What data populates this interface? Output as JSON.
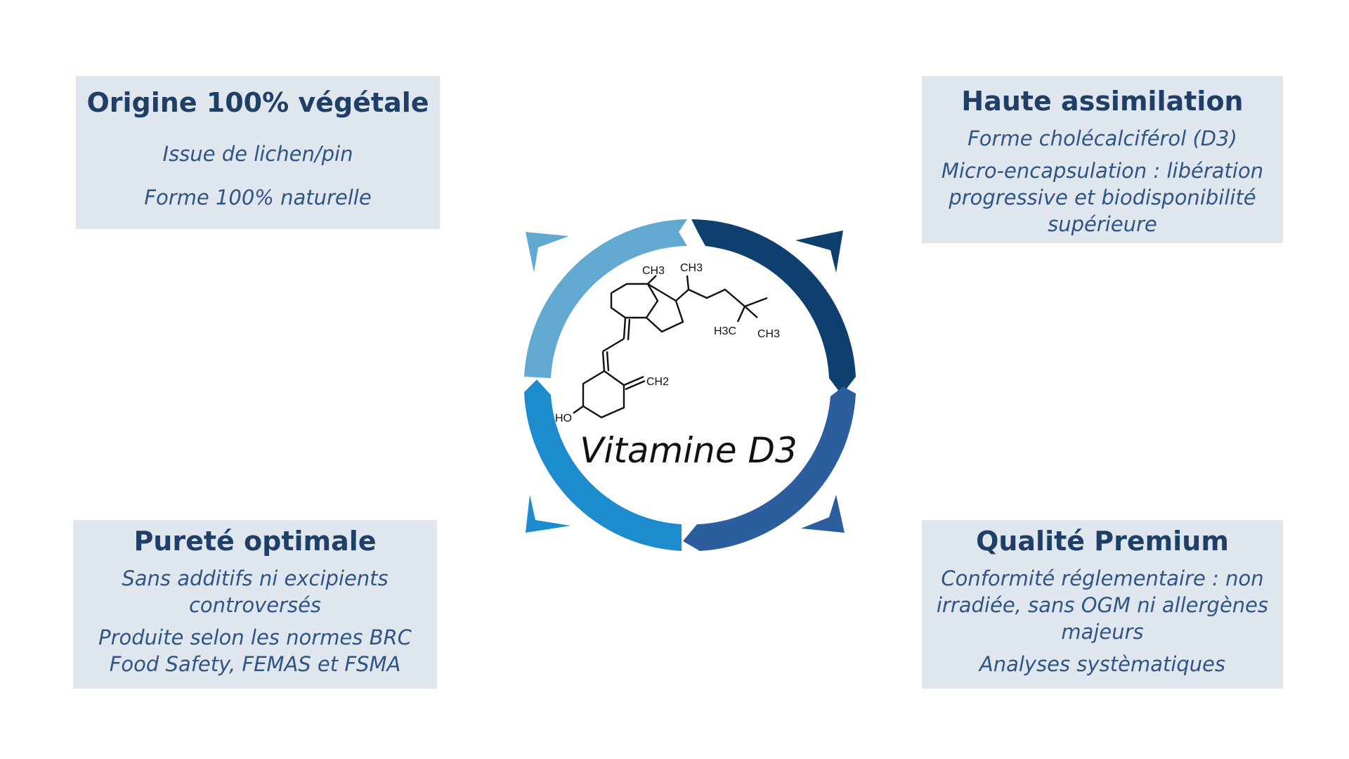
{
  "center_label": "Vitamine D3",
  "molecule_labels": {
    "ch3_top": "CH3",
    "ch3_side": "CH3",
    "h3c": "H3C",
    "ch3_end": "CH3",
    "ch2": "CH2",
    "ho": "HO"
  },
  "boxes": {
    "top_left": {
      "title": "Origine 100% végétale",
      "line1": "Issue de lichen/pin",
      "line2": "Forme 100% naturelle"
    },
    "top_right": {
      "title": "Haute assimilation",
      "line1": "Forme cholécalciférol (D3)",
      "line2": "Micro-encapsulation : libération progressive et biodisponibilité supérieure"
    },
    "bottom_left": {
      "title": "Pureté optimale",
      "line1": "Sans additifs ni excipients controversés",
      "line2": "Produite selon les normes BRC Food Safety, FEMAS et FSMA"
    },
    "bottom_right": {
      "title": "Qualité Premium",
      "line1": "Conformité réglementaire : non irradiée, sans OGM ni allergènes majeurs",
      "line2": "Analyses systèmatiques"
    }
  },
  "colors": {
    "box_bg": "#dfe6ee",
    "title": "#1f3f66",
    "body": "#2f5584",
    "arc_top_left": "#62a9d1",
    "arc_top_right": "#0f3f6e",
    "arc_bottom_right": "#2c5e9e",
    "arc_bottom_left": "#1d8ccd"
  }
}
